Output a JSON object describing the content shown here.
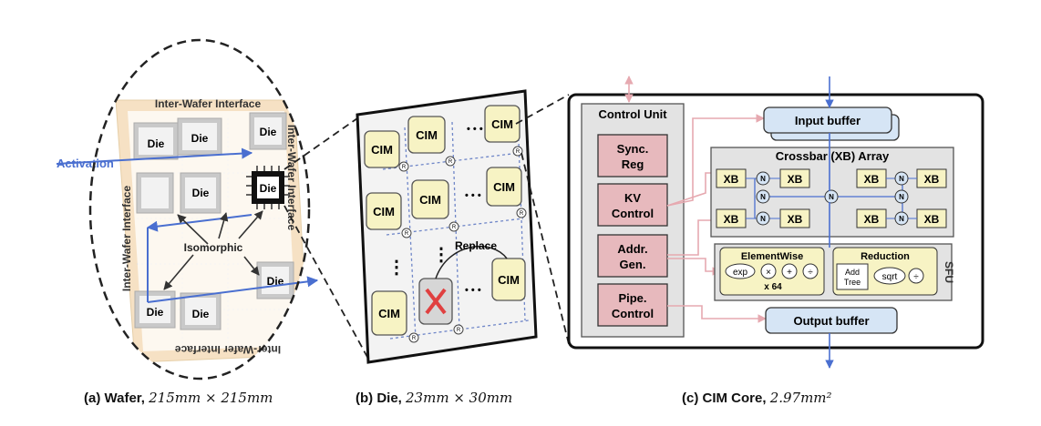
{
  "wafer": {
    "activation_label": "Activation",
    "interface_top": "Inter-Wafer Interface",
    "interface_left": "Inter-Wafer Interface",
    "interface_right": "Inter-Wafer Interface",
    "interface_bottom": "Inter-Wafer Interface",
    "die_label": "Die",
    "isomorphic_label": "Isomorphic"
  },
  "die": {
    "cim_label": "CIM",
    "ellipsis": "• • •",
    "vertical_ellipsis": "⋮",
    "router_label": "R",
    "replace_label": "Replace"
  },
  "core": {
    "control_unit_title": "Control Unit",
    "control_blocks": [
      {
        "line1": "Sync.",
        "line2": "Reg"
      },
      {
        "line1": "KV",
        "line2": "Control"
      },
      {
        "line1": "Addr.",
        "line2": "Gen."
      },
      {
        "line1": "Pipe.",
        "line2": "Control"
      }
    ],
    "input_buffer": "Input buffer",
    "output_buffer": "Output buffer",
    "crossbar_title": "Crossbar (XB) Array",
    "xb_label": "XB",
    "node_label": "N",
    "elementwise_title": "ElementWise",
    "elementwise_ops": [
      "exp",
      "×",
      "+",
      "÷"
    ],
    "elementwise_count": "x 64",
    "reduction_title": "Reduction",
    "add_tree_line1": "Add",
    "add_tree_line2": "Tree",
    "sqrt_label": "sqrt",
    "div_label": "÷",
    "sfu_label": "SFU"
  },
  "captions": {
    "a_label": "(a)  Wafer,",
    "a_dim": "215mm × 215mm",
    "b_label": "(b) Die,",
    "b_dim": "23mm × 30mm",
    "c_label": "(c) CIM Core,",
    "c_dim": "2.97mm²"
  },
  "colors": {
    "wafer_bg": "#f6e1c4",
    "die_gray": "#c9c9c9",
    "cim_fill": "#f7f3c4",
    "pink": "#e7b9bd",
    "blue_fill": "#d6e5f5",
    "gray_panel": "#e3e3e3",
    "link_blue": "#4a6fd0",
    "link_pink": "#e6a9b0"
  }
}
